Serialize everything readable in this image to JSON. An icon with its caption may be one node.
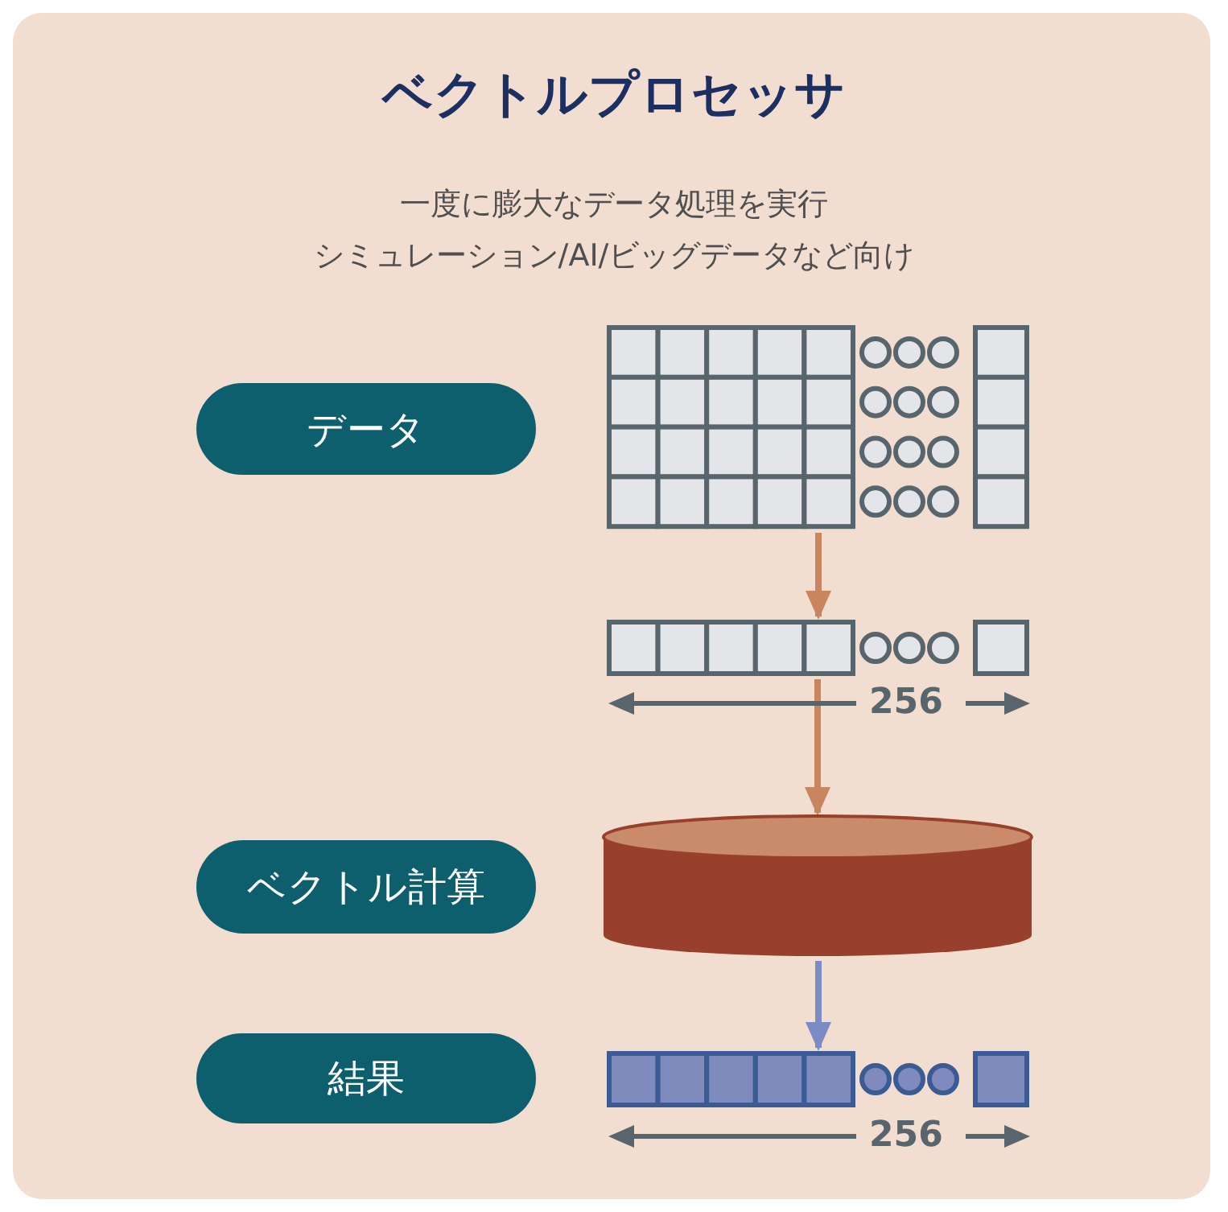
{
  "diagram": {
    "title": "ベクトルプロセッサ",
    "nodes": [
      {
        "text": [
          "データ"
        ]
      },
      {
        "text": [
          "ベクトル計算"
        ]
      },
      {
        "text": [
          "結果"
        ]
      },
      {
        "text": [],
        "shape": "grid"
      },
      {
        "text": [],
        "shape": "bar"
      },
      {
        "text": [],
        "shape": "cylinder"
      },
      {
        "text": [],
        "shape": "bar"
      }
    ],
    "edges": [
      {
        "from": 3,
        "to": 4,
        "arrow": "to"
      },
      {
        "from": 4,
        "to": 5,
        "arrow": "to"
      },
      {
        "from": 5,
        "to": 6,
        "arrow": "to",
        "color": "#7b8bc4"
      }
    ],
    "labels": [
      "一度に膨大なデータ処理を実行",
      "シミュレーション/AI/ビッグデータなど向け",
      "256",
      "256"
    ]
  }
}
